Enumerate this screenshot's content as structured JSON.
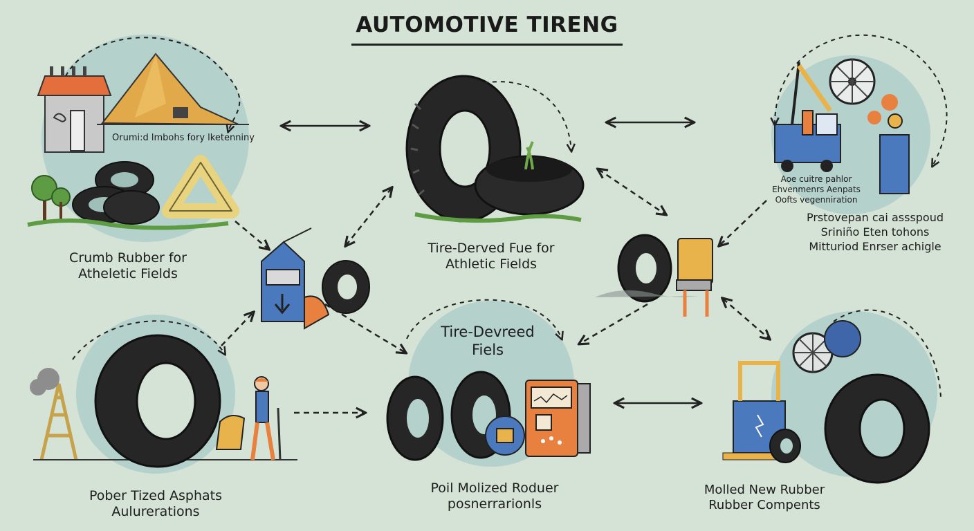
{
  "title": "AUTOMOTIVE TIRENG",
  "nodes": {
    "crumb_rubber": {
      "line1": "Crumb Rubber for",
      "line2": "Atheletic Fields"
    },
    "crumb_caption": "Orumi:d lmbohs fory lketenniny",
    "tire_derived_fuel": {
      "line1": "Tire-Derved Fue for",
      "line2": "Athletic Fields"
    },
    "top_right_caption": {
      "line1": "Aoe cuitre pahlor",
      "line2": "Ehvenmenrs Aenpats",
      "line3": "Oofts vegenniration"
    },
    "top_right_label": {
      "line1": "Prstovepan cai asssp​oud",
      "line2": "Sriniño Eten tohons",
      "line3": "Mitturiod Enrser achigle"
    },
    "tire_devreed_fiels": {
      "line1": "Tire-Devreed",
      "line2": "Fiels"
    },
    "asphalt": {
      "line1": "Pober Tized Asphats",
      "line2": "Aulurerations"
    },
    "molized": {
      "line1": "Poil Molized  Roduer",
      "line2": "posnerrarionls"
    },
    "molded": {
      "line1": "Molled  New Rubber",
      "line2": "Rubber Compents"
    }
  },
  "colors": {
    "background": "#d5e3d6",
    "circle": "#b4d1cc",
    "tire": "#262626",
    "tire_dark": "#111111",
    "grass": "#5e9c44",
    "orange": "#e8813f",
    "yellow": "#e7b34a",
    "blue": "#4a79be",
    "ink": "#1d1d1d"
  }
}
